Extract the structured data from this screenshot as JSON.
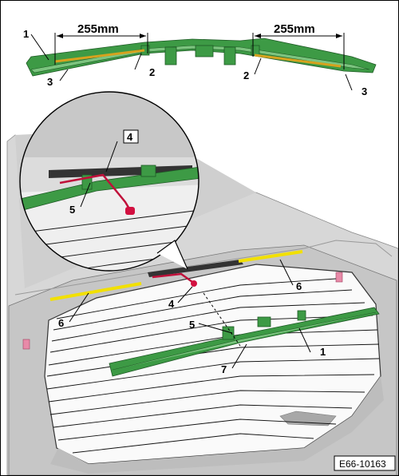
{
  "diagram": {
    "top_labels": {
      "l1": "1",
      "l2_left": "2",
      "l2_right": "2",
      "l3_left": "3",
      "l3_right": "3"
    },
    "dimensions": {
      "left": "255mm",
      "right": "255mm"
    },
    "detail_labels": {
      "l4": "4",
      "l5": "5"
    },
    "car_labels": {
      "l4": "4",
      "l5": "5",
      "l6_left": "6",
      "l6_right": "6",
      "l7": "7",
      "l1": "1"
    },
    "reference": "E66-10163"
  }
}
